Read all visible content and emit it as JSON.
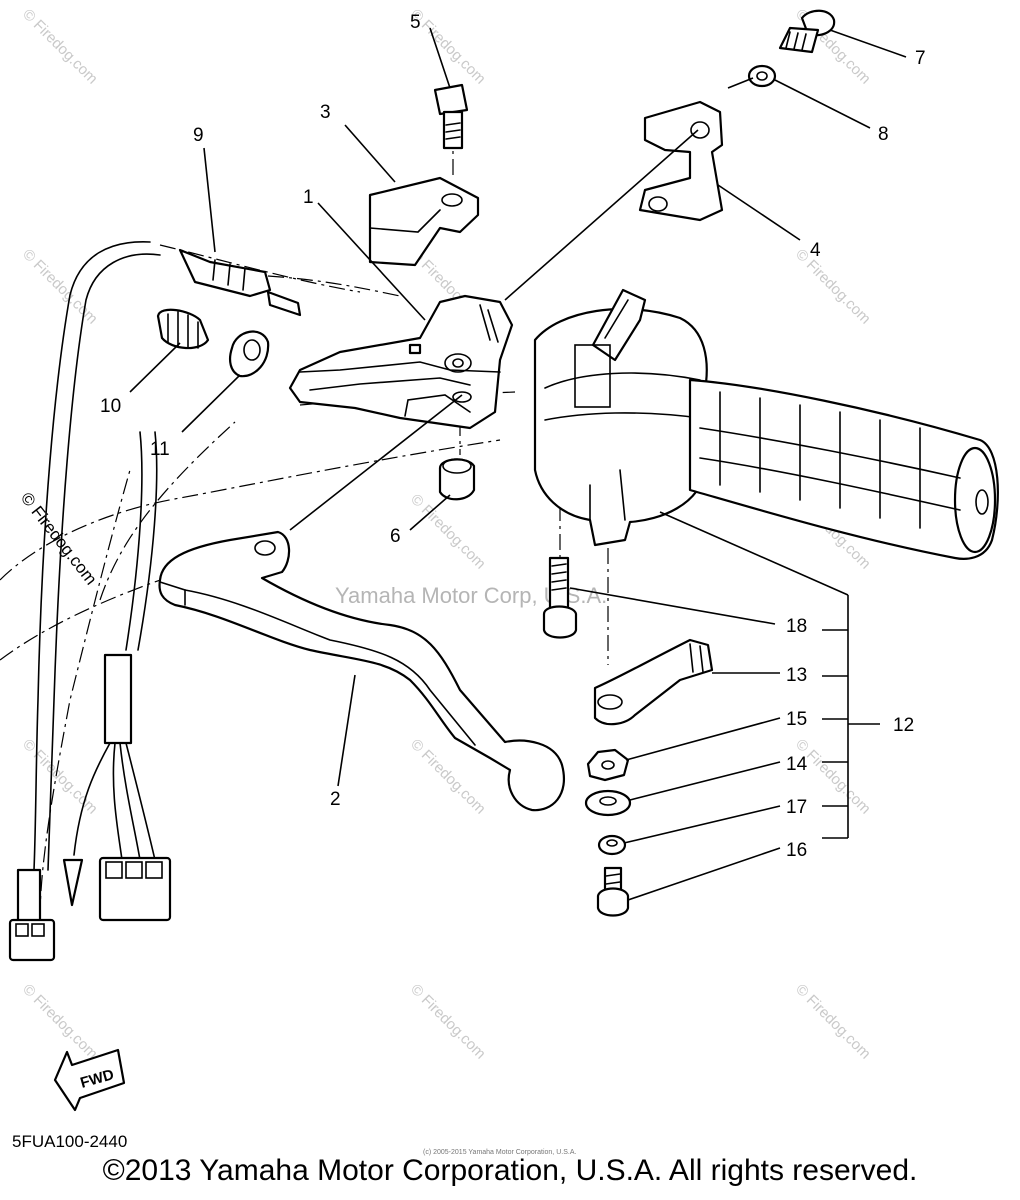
{
  "diagram": {
    "callouts": [
      "1",
      "2",
      "3",
      "4",
      "5",
      "6",
      "7",
      "8",
      "9",
      "10",
      "11",
      "12",
      "13",
      "14",
      "15",
      "16",
      "17",
      "18"
    ],
    "watermark_center": "Yamaha Motor Corp, U.S.A.",
    "watermark_tile": "© Firedog.com",
    "watermark_left": "© Firedog.com",
    "fwd_label": "FWD"
  },
  "footer": {
    "part_code": "5FUA100-2440",
    "small_copyright": "(c) 2005-2015 Yamaha Motor Corporation, U.S.A.",
    "copyright": "©2013 Yamaha Motor Corporation, U.S.A. All rights reserved."
  }
}
